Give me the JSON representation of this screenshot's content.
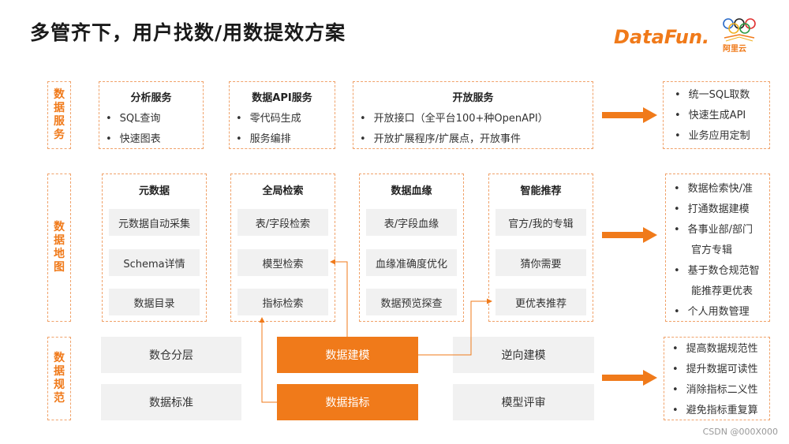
{
  "title": "多管齐下，用户找数/用数提效方案",
  "logos": {
    "datafun": "DataFun.",
    "aliyun": "阿里云"
  },
  "watermark": "CSDN @000X000",
  "lanes": {
    "service": "数据服务",
    "map": "数据地图",
    "spec": "数据规范"
  },
  "service": {
    "analysis": {
      "head": "分析服务",
      "items": [
        "SQL查询",
        "快速图表"
      ]
    },
    "api": {
      "head": "数据API服务",
      "items": [
        "零代码生成",
        "服务编排"
      ]
    },
    "open": {
      "head": "开放服务",
      "items": [
        "开放接口（全平台100+种OpenAPI）",
        "开放扩展程序/扩展点，开放事件"
      ]
    },
    "result": [
      "统一SQL取数",
      "快速生成API",
      "业务应用定制"
    ]
  },
  "map": {
    "meta": {
      "head": "元数据",
      "items": [
        "元数据自动采集",
        "Schema详情",
        "数据目录"
      ]
    },
    "search": {
      "head": "全局检索",
      "items": [
        "表/字段检索",
        "模型检索",
        "指标检索"
      ]
    },
    "lineage": {
      "head": "数据血缘",
      "items": [
        "表/字段血缘",
        "血缘准确度优化",
        "数据预览探查"
      ]
    },
    "recommend": {
      "head": "智能推荐",
      "items": [
        "官方/我的专辑",
        "猜你需要",
        "更优表推荐"
      ]
    },
    "result": {
      "items": [
        "数据检索快/准",
        "打通数据建模",
        "各事业部/部门",
        "官方专辑",
        "基于数仓规范智",
        "能推荐更优表",
        "个人用数管理"
      ]
    }
  },
  "spec": {
    "layer": "数仓分层",
    "standard": "数据标准",
    "modeling": "数据建模",
    "metric": "数据指标",
    "reverse": "逆向建模",
    "review": "模型评审",
    "result": [
      "提高数据规范性",
      "提升数据可读性",
      "消除指标二义性",
      "避免指标重复算"
    ]
  },
  "colors": {
    "accent": "#f07a1a",
    "dashed": "#f0a26a",
    "gray": "#f1f1f1"
  }
}
